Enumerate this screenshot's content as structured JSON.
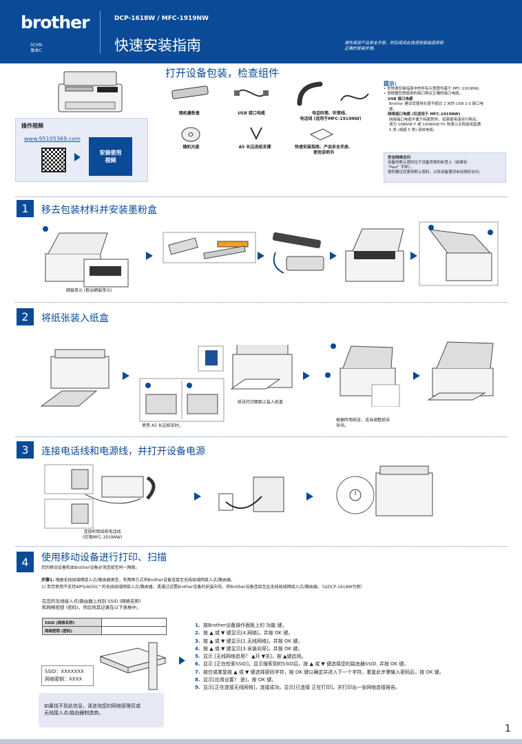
{
  "header": {
    "brand": "brother",
    "lang": "SCHN",
    "version": "版本C",
    "models": "DCP-1618W / MFC-1919NW",
    "title": "快速安装指南",
    "note_line1": "请先阅读产品安全手册，然后阅读此快速安装指南获取",
    "note_line2": "正确的安装步骤。"
  },
  "unpack": {
    "title": "打开设备包装，检查组件",
    "parts": [
      {
        "label": "随机墨粉盒"
      },
      {
        "label": "USB 接口电缆"
      },
      {
        "label": "电话听筒、听筒线、",
        "label2": "电话线 (适用于MFC-1919NW)"
      },
      {
        "label": "随机光盘"
      },
      {
        "label": "A5 长边进纸支撑"
      },
      {
        "label": "快速安装指南、产品安全手册、",
        "label2": "使用说明书"
      }
    ]
  },
  "video": {
    "title": "操作视频",
    "link": "www.95105369.com",
    "button_line1": "安装使用",
    "button_line2": "视频"
  },
  "tips": {
    "title": "提示:",
    "l1": "• 本快速安装指南中的所有示意图均基于 MFC-1919NW。",
    "l2": "• 须根据您想使用的接口购买正确的接口电缆。",
    "usb_title": "USB 接口电缆",
    "usb_l1": "Brother 建议您使用长度不超过 2 米的 USB 2.0 接口电",
    "usb_l2": "缆。",
    "net_title": "网络接口电缆 (仅适用于 MFC-1919NW)",
    "net_l1": "网络接口电缆不属于标配附件。如需使用请另行购买。",
    "net_l2": "请为 10BASE-T 或 100BASE-TX 快速以太网选用直通",
    "net_l3": "5 类 (或超 5 类) 双绞电缆。"
  },
  "security": {
    "title": "安全网络访问",
    "l1": "设备的默认密码位于设备背面的标签上（前面有",
    "l2": "“Pwd” 字样）。",
    "l3": "强烈建议您更改默认密码，以免设备遭到未经授权访问。"
  },
  "steps": [
    {
      "num": "1",
      "title": "移去包装材料并安装墨粉盒",
      "caption": "硒鼓单元 (取出硒鼓单元)"
    },
    {
      "num": "2",
      "title": "将纸张装入纸盒",
      "caption_a5": "使用 A5 长边纸张时。",
      "caption_mark": "纸张打印面朝上装入纸盒",
      "caption_guide_l1": "根据所用纸张，适当调整纸张",
      "caption_guide_l2": "导块。"
    },
    {
      "num": "3",
      "title": "连接电话线和电源线，并打开设备电源",
      "caption_l1": "连接听筒线和电话线",
      "caption_l2": "(仅限MFC-1919NW)"
    },
    {
      "num": "4",
      "title": "使用移动设备进行打印、扫描",
      "subtitle": "您的移动设备和本Brother设备必须连接至同一网络。"
    }
  ],
  "step4": {
    "step1_label": "步骤1:",
    "step1_text": "根据无线局域网接入点/路由器类型，有两种方式将Brother设备连接至无线局域网接入点/路由器。",
    "step1_sub": "1) 若您使用不支持WPS/AOSS™的无线局域网接入点/路由器，请通过设置Brother设备的安装向导，将Brother设备连接至此无线局域网接入点/路由器。（以DCP-1618W为例）",
    "find_l1": "在您的无线接入点/路由器上找到 SSID (网络名称)",
    "find_l2": "和网络密钥 (密码)，然后将其记录在以下表格中。",
    "table_ssid": "SSID (网络名称)",
    "table_key": "网络密钥 (密码)",
    "ssid_example": "SSID：XXXXXXX",
    "key_example": "网络密钥：XXXX",
    "not_found_l1": "如果找不到此信息，请咨询您的网络管理员或",
    "not_found_l2": "无线接入点/路由器制造商。",
    "instructions": [
      {
        "n": "1.",
        "t": "按Brother设备操作面板上的 功能 键。"
      },
      {
        "n": "2.",
        "t": "按 ▲ 或 ▼ 键显示[4.网络]，并按 OK 键。"
      },
      {
        "n": "3.",
        "t": "按 ▲ 或 ▼ 键显示[1.无线网络]，并按 OK 键。"
      },
      {
        "n": "4.",
        "t": "按 ▲ 或 ▼ 键显示[3.安装向导]，并按 OK 键。"
      },
      {
        "n": "5.",
        "t": "显示 [无线网络启用？ ▲开 ▼关]，按 ▲键启用。"
      },
      {
        "n": "6.",
        "t": "显示 [正在检索SSID]，显示搜索到的SSID后，按 ▲ 或 ▼ 键选择您的路由器SSID, 并按 OK 键。"
      },
      {
        "n": "7.",
        "t": "按住或重复按 ▲ 或 ▼ 键选择密码字符，按 OK 键以确定并进入下一个字符。重复此步骤输入密码后，按 OK 键。"
      },
      {
        "n": "8.",
        "t": "显示[应用设置？ 是]，按 OK 键。"
      },
      {
        "n": "9.",
        "t": "显示[正在连接无线网络]，连接成功。显示[已连接 正在打印]，并打印出一张网络连接报告。"
      }
    ]
  },
  "page_number": "1"
}
